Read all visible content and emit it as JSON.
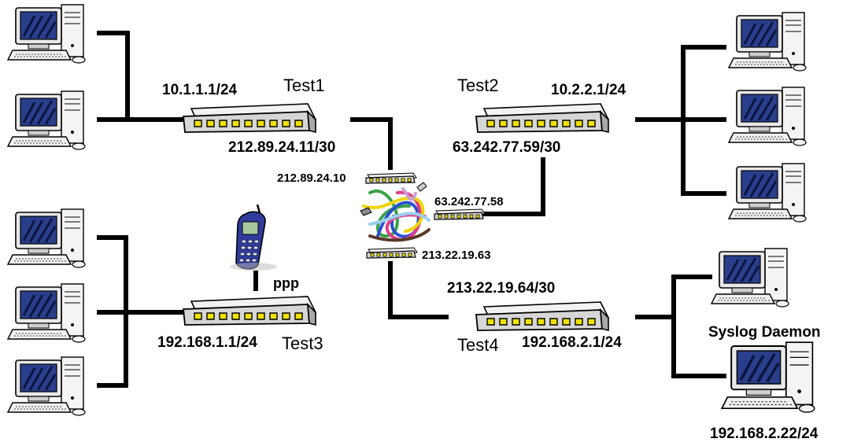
{
  "routers": {
    "test1": {
      "name": "Test1",
      "lan_ip": "10.1.1.1/24",
      "wan_ip": "212.89.24.11/30"
    },
    "test2": {
      "name": "Test2",
      "lan_ip": "10.2.2.1/24",
      "wan_ip": "63.242.77.59/30"
    },
    "test3": {
      "name": "Test3",
      "lan_ip": "192.168.1.1/24",
      "link": "ppp"
    },
    "test4": {
      "name": "Test4",
      "lan_ip": "192.168.2.1/24",
      "wan_ip": "213.22.19.64/30"
    }
  },
  "cloud": {
    "port_a": "212.89.24.10",
    "port_b": "63.242.77.58",
    "port_c": "213.22.19.63"
  },
  "syslog": {
    "label": "Syslog Daemon",
    "ip": "192.168.2.22/24"
  },
  "colors": {
    "monitor_screen": "#2a3f8c",
    "router_body": "#d6d6d6",
    "port_led": "#f2e200",
    "phone": "#2f3c9c",
    "line": "#000000"
  }
}
